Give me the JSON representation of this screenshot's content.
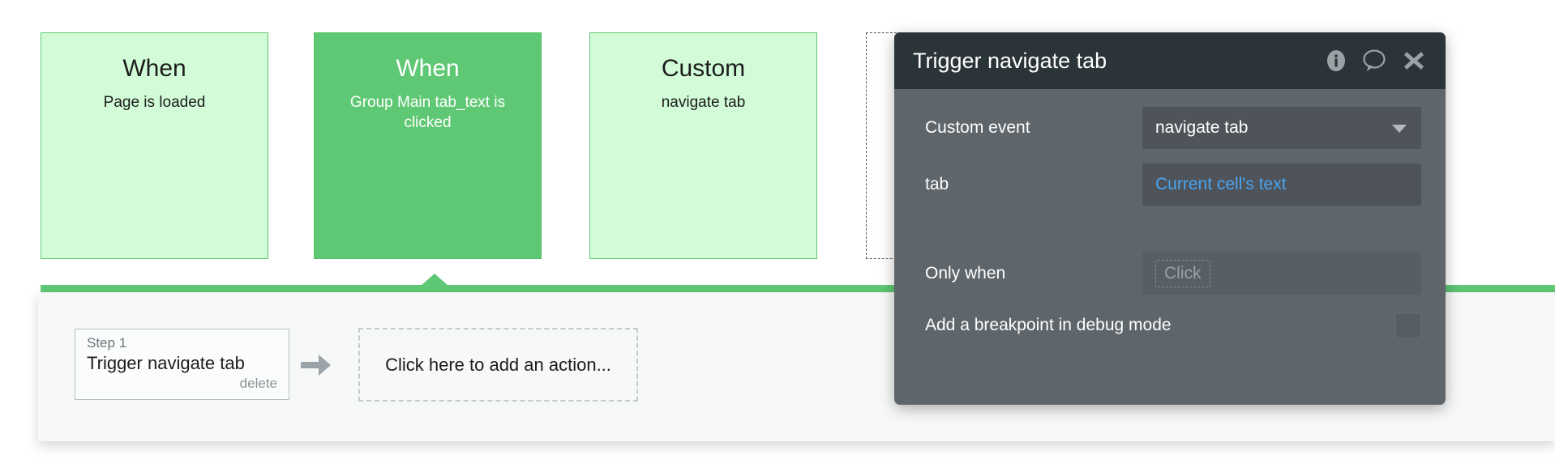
{
  "events": {
    "cards": [
      {
        "title": "When",
        "subtitle": "Page is loaded",
        "style": "light",
        "name": "event-card-page-loaded"
      },
      {
        "title": "When",
        "subtitle": "Group Main tab_text is clicked",
        "style": "solid",
        "name": "event-card-group-main-tab-text-clicked"
      },
      {
        "title": "Custom",
        "subtitle": "navigate tab",
        "style": "light",
        "name": "event-card-custom-navigate-tab"
      },
      {
        "title": "",
        "subtitle": "",
        "style": "ghost",
        "name": "event-card-placeholder"
      }
    ]
  },
  "workflow": {
    "step": {
      "label": "Step 1",
      "name": "Trigger navigate tab",
      "delete": "delete"
    },
    "arrow_icon": "arrow-right-icon",
    "add_action": "Click here to add an action..."
  },
  "dialog": {
    "title": "Trigger navigate tab",
    "icons": [
      {
        "name": "info-icon",
        "glyph": "i"
      },
      {
        "name": "comment-icon",
        "glyph": "speech-bubble"
      },
      {
        "name": "close-icon",
        "glyph": "✖"
      }
    ],
    "fields": [
      {
        "label": "Custom event",
        "value": "navigate tab",
        "kind": "dropdown",
        "name": "custom-event"
      },
      {
        "label": "tab",
        "value": "Current cell's text",
        "kind": "dynamic",
        "name": "tab"
      }
    ],
    "only_when": {
      "label": "Only when",
      "placeholder": "Click"
    },
    "breakpoint": {
      "label": "Add a breakpoint in debug mode",
      "checked": false
    }
  },
  "colors": {
    "accent_green": "#5fc874",
    "light_green": "#d2fcd8",
    "dialog_header": "#2b3438",
    "dialog_body": "#5f666b",
    "dynamic_blue": "#4aa3f0"
  }
}
